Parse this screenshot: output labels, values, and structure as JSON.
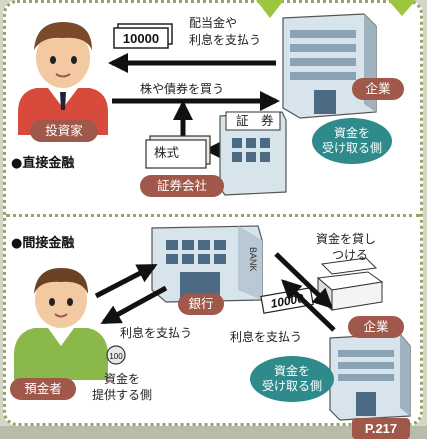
{
  "direct": {
    "title": "●直接金融",
    "dividend_label_1": "配当金や",
    "dividend_label_2": "利息を支払う",
    "buy_label": "株や債券を買う",
    "investor": "投資家",
    "company": "企業",
    "receiver_1": "資金を",
    "receiver_2": "受け取る側",
    "stock": "株式",
    "bond": "証　券",
    "broker": "証券会社",
    "bill_text": "10000"
  },
  "indirect": {
    "title": "●間接金融",
    "bank": "銀行",
    "bank_sign": "BANK",
    "lend_1": "資金を貸し",
    "lend_2": "つける",
    "interest_from_company": "利息を支払う",
    "interest_to_saver": "利息を支払う",
    "coin_text": "100",
    "company": "企業",
    "receiver_1": "資金を",
    "receiver_2": "受け取る側",
    "saver": "預金者",
    "provider_1": "資金を",
    "provider_2": "提供する側",
    "bill_text": "10000"
  },
  "page_ref": "P.217",
  "colors": {
    "pill": "#a0584a",
    "bubble": "#2f8a8b",
    "accent_green": "#9cc63f",
    "border": "#9aa16b"
  }
}
